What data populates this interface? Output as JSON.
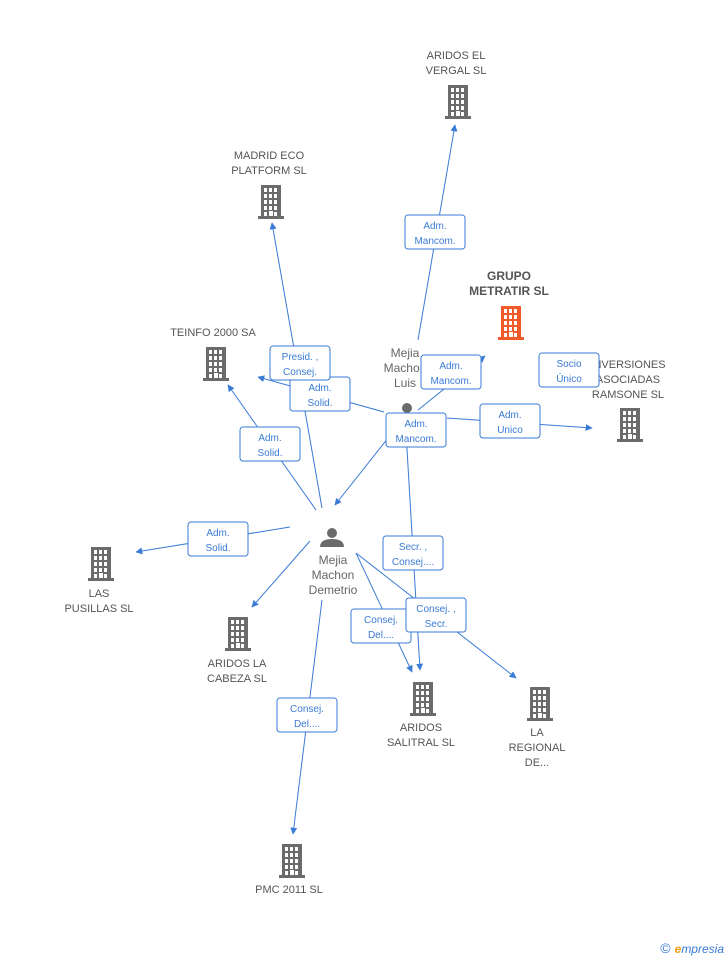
{
  "colors": {
    "edge": "#3a7bd5",
    "company": "#6b6b6b",
    "focus_company": "#f05a28",
    "person": "#6b6b6b"
  },
  "nodes": [
    {
      "id": "aridos_el_vergal",
      "kind": "company",
      "lines": [
        "ARIDOS EL",
        "VERGAL SL"
      ]
    },
    {
      "id": "madrid_eco",
      "kind": "company",
      "lines": [
        "MADRID ECO",
        "PLATFORM SL"
      ]
    },
    {
      "id": "grupo_metratir",
      "kind": "focus",
      "lines": [
        "GRUPO",
        "METRATIR SL"
      ]
    },
    {
      "id": "teinfo",
      "kind": "company",
      "lines": [
        "TEINFO 2000 SA"
      ]
    },
    {
      "id": "inversiones",
      "kind": "company",
      "lines": [
        "INVERSIONES",
        "ASOCIADAS",
        "RAMSONE SL"
      ]
    },
    {
      "id": "las_pusillas",
      "kind": "company",
      "lines": [
        "LAS",
        "PUSILLAS SL"
      ]
    },
    {
      "id": "aridos_la_cabeza",
      "kind": "company",
      "lines": [
        "ARIDOS LA",
        "CABEZA SL"
      ]
    },
    {
      "id": "aridos_salitral",
      "kind": "company",
      "lines": [
        "ARIDOS",
        "SALITRAL SL"
      ]
    },
    {
      "id": "la_regional",
      "kind": "company",
      "lines": [
        "LA",
        "REGIONAL",
        "DE..."
      ]
    },
    {
      "id": "pmc_2011",
      "kind": "company",
      "lines": [
        "PMC 2011 SL"
      ]
    },
    {
      "id": "mejia_luis",
      "kind": "person",
      "lines": [
        "Mejia",
        "Machon",
        "Luis"
      ]
    },
    {
      "id": "mejia_demetrio",
      "kind": "person",
      "lines": [
        "Mejia",
        "Machon",
        "Demetrio"
      ]
    }
  ],
  "edges": [
    {
      "from": "mejia_luis",
      "to": "aridos_el_vergal",
      "label": [
        "Adm.",
        "Mancom."
      ]
    },
    {
      "from": "mejia_luis",
      "to": "grupo_metratir",
      "label": [
        "Adm.",
        "Mancom."
      ]
    },
    {
      "from": "mejia_luis",
      "to": "inversiones",
      "label": [
        "Adm.",
        "Unico"
      ]
    },
    {
      "from": "mejia_luis",
      "to": "teinfo",
      "label": [
        "Adm.",
        "Solid."
      ]
    },
    {
      "from": "mejia_luis",
      "to": "mejia_demetrio",
      "label": [
        "Adm.",
        "Mancom."
      ]
    },
    {
      "from": "mejia_luis",
      "to": "aridos_salitral",
      "label": [
        "Secr. ,",
        "Consej...."
      ]
    },
    {
      "from": "mejia_demetrio",
      "to": "madrid_eco",
      "label": [
        "Presid. ,",
        "Consej."
      ]
    },
    {
      "from": "mejia_demetrio",
      "to": "teinfo",
      "label": [
        "Adm.",
        "Solid."
      ]
    },
    {
      "from": "mejia_demetrio",
      "to": "las_pusillas",
      "label": [
        "Adm.",
        "Solid."
      ]
    },
    {
      "from": "mejia_demetrio",
      "to": "aridos_la_cabeza",
      "label": []
    },
    {
      "from": "mejia_demetrio",
      "to": "aridos_salitral",
      "label": [
        "Consej.",
        "Del...."
      ]
    },
    {
      "from": "mejia_demetrio",
      "to": "la_regional",
      "label": [
        "Consej. ,",
        "Secr."
      ]
    },
    {
      "from": "mejia_demetrio",
      "to": "pmc_2011",
      "label": [
        "Consej.",
        "Del...."
      ]
    },
    {
      "from": "inversiones",
      "to": "inversiones",
      "label": [
        "Socio",
        "Único"
      ]
    }
  ],
  "footer": {
    "copyright": "©",
    "brand_initial": "e",
    "brand_rest": "mpresia"
  }
}
